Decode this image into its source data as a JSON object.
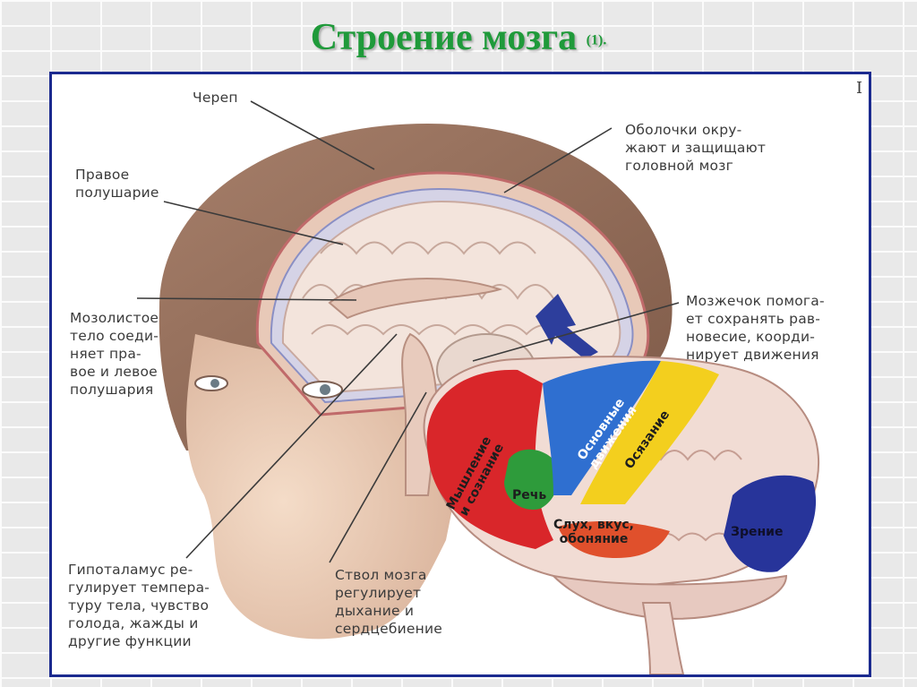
{
  "slide": {
    "title": "Строение мозга",
    "title_ref": "(1).",
    "title_color": "#1f9a3a",
    "frame_color": "#1b2a8f",
    "corner_mark": "I"
  },
  "labels": {
    "skull": "Череп",
    "meninges": "Оболочки окру-\nжают и защищают\nголовной мозг",
    "right_hemisphere": "Правое\nполушарие",
    "corpus_callosum": "Мозолистое\nтело соеди-\nняет пра-\nвое и левое\nполушария",
    "cerebellum": "Мозжечок помога-\nет сохранять рав-\nновесие, коорди-\nнирует движения",
    "hypothalamus": "Гипоталамус ре-\nгулирует темпера-\nтуру тела, чувство\nголода, жажды и\nдругие функции",
    "brainstem": "Ствол мозга\nрегулирует\nдыхание и\nсердцебиение"
  },
  "regions": {
    "thinking": "Мышление\nи сознание",
    "speech": "Речь",
    "movement": "Основные\nдвижения",
    "touch": "Осязание",
    "senses": "Слух, вкус,\nобоняние",
    "vision": "Зрение"
  },
  "region_colors": {
    "thinking": "#d9262a",
    "speech": "#2e9b3b",
    "movement": "#2f6fd0",
    "touch": "#f3cf1e",
    "senses": "#e0502c",
    "vision": "#27349a"
  }
}
